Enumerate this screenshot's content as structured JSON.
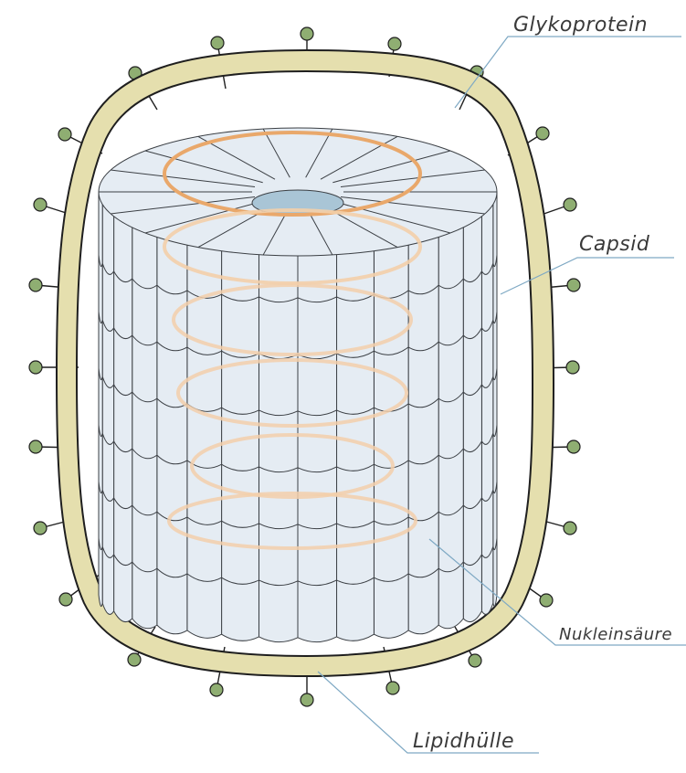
{
  "labels": {
    "glycoprotein": "Glykoprotein",
    "capsid": "Capsid",
    "nucleic_acid": "Nukleinsäure",
    "lipid_envelope": "Lipidhülle"
  },
  "colors": {
    "envelope_fill": "#e5dfae",
    "envelope_stroke": "#1f1f1f",
    "glycoprotein_head": "#8fae72",
    "capsomere_fill": "#e5ecf3",
    "capsomere_stroke": "#3b3f44",
    "channel_fill": "#a9c5d6",
    "nucleic_acid_top": "#e9a86b",
    "nucleic_acid_faint": "#f3cfaa",
    "leader_line": "#7fa9c4"
  }
}
